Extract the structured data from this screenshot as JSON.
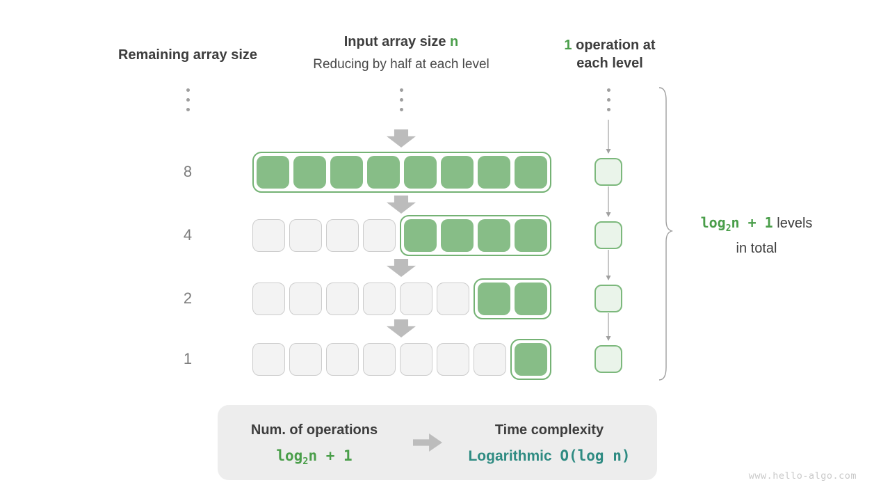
{
  "headers": {
    "left_title": "Remaining array size",
    "center_title_text": "Input array size ",
    "center_title_highlight": "n",
    "center_subtitle": "Reducing by half at each level",
    "right_title_highlight": "1",
    "right_title_text": " operation at",
    "right_title_line2": "each level"
  },
  "array_diagram": {
    "cells_per_row": 8,
    "rows": [
      {
        "remaining": "8",
        "gray_cells": 0,
        "green_cells": 8
      },
      {
        "remaining": "4",
        "gray_cells": 4,
        "green_cells": 4
      },
      {
        "remaining": "2",
        "gray_cells": 6,
        "green_cells": 2
      },
      {
        "remaining": "1",
        "gray_cells": 7,
        "green_cells": 1
      }
    ],
    "operations_per_level": "1"
  },
  "brace_annotation": {
    "formula_prefix": "log",
    "formula_sub": "2",
    "formula_suffix": "n + 1",
    "rest": " levels",
    "line2": "in total"
  },
  "summary": {
    "left_title": "Num. of operations",
    "left_formula_prefix": "log",
    "left_formula_sub": "2",
    "left_formula_suffix": "n + 1",
    "right_title": "Time complexity",
    "right_label": "Logarithmic",
    "right_code": "O(log n)"
  },
  "watermark": "www.hello-algo.com",
  "colors": {
    "green_fill": "#87bd87",
    "green_border": "#74b274",
    "light_green_fill": "#eaf4ea",
    "light_green_border": "#7cb87c",
    "gray_fill": "#f3f3f3",
    "gray_border": "#cccccc",
    "green_text": "#4a9e4a",
    "teal_text": "#2e8b82",
    "dark_text": "#3d3d3d",
    "muted_text": "#7d7d7d",
    "arrow_gray": "#bcbcbc",
    "line_gray": "#9e9e9e",
    "box_bg": "#ededed",
    "watermark_text": "#c9c9c9"
  }
}
